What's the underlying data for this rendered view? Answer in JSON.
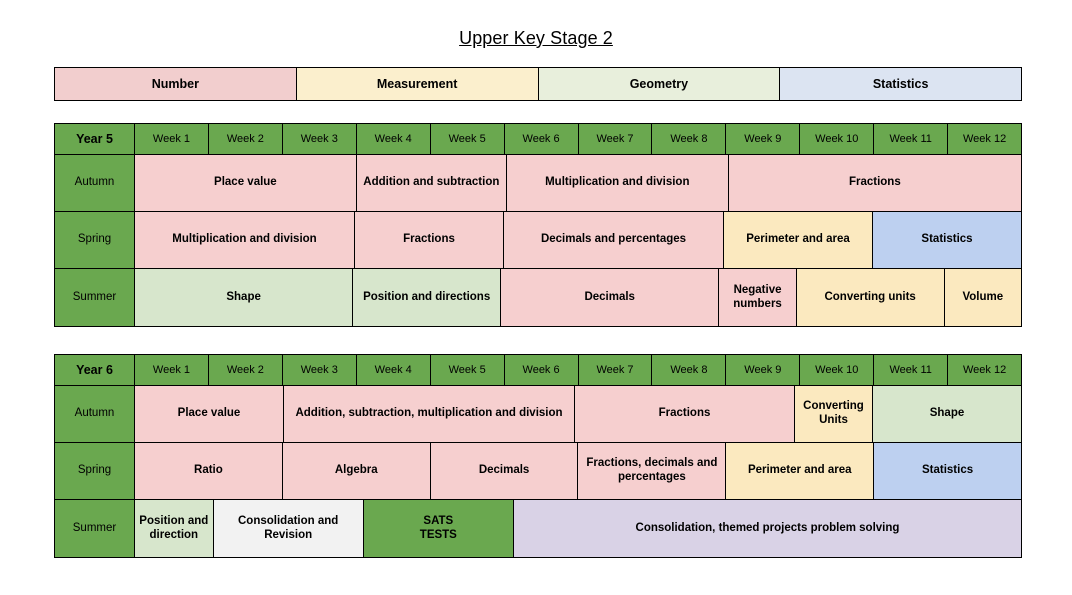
{
  "title": "Upper Key Stage 2",
  "legend": {
    "items": [
      {
        "label": "Number",
        "color": "#F2CECE"
      },
      {
        "label": "Measurement",
        "color": "#FBEFCD"
      },
      {
        "label": "Geometry",
        "color": "#E8EFDC"
      },
      {
        "label": "Statistics",
        "color": "#DCE4F2"
      }
    ]
  },
  "week_headers": [
    "Week 1",
    "Week 2",
    "Week 3",
    "Week 4",
    "Week 5",
    "Week 6",
    "Week 7",
    "Week 8",
    "Week 9",
    "Week 10",
    "Week 11",
    "Week 12"
  ],
  "colors": {
    "header_green": "#6AA84F",
    "number_pink": "#F6CFCF",
    "measurement_yellow": "#FBE9BF",
    "geometry_green": "#D7E6CC",
    "statistics_blue": "#BDD0F0",
    "revision_white": "#F2F2F2",
    "projects_lavender": "#D9D2E6",
    "border": "#000000"
  },
  "tables": [
    {
      "year_label": "Year 5",
      "rows": [
        {
          "term": "Autumn",
          "cells": [
            {
              "label": "Place value",
              "span": 3,
              "category": "number"
            },
            {
              "label": "Addition and subtraction",
              "span": 2,
              "category": "number"
            },
            {
              "label": "Multiplication and division",
              "span": 3,
              "category": "number"
            },
            {
              "label": "Fractions",
              "span": 4,
              "category": "number"
            }
          ]
        },
        {
          "term": "Spring",
          "cells": [
            {
              "label": "Multiplication and division",
              "span": 3,
              "category": "number"
            },
            {
              "label": "Fractions",
              "span": 2,
              "category": "number"
            },
            {
              "label": "Decimals and percentages",
              "span": 3,
              "category": "number"
            },
            {
              "label": "Perimeter and area",
              "span": 2,
              "category": "measurement"
            },
            {
              "label": "Statistics",
              "span": 2,
              "category": "statistics"
            }
          ]
        },
        {
          "term": "Summer",
          "cells": [
            {
              "label": "Shape",
              "span": 3,
              "category": "geometry"
            },
            {
              "label": "Position and directions",
              "span": 2,
              "category": "geometry"
            },
            {
              "label": "Decimals",
              "span": 3,
              "category": "number"
            },
            {
              "label": "Negative numbers",
              "span": 1,
              "category": "number"
            },
            {
              "label": "Converting units",
              "span": 2,
              "category": "measurement"
            },
            {
              "label": "Volume",
              "span": 1,
              "category": "measurement"
            }
          ]
        }
      ]
    },
    {
      "year_label": "Year 6",
      "rows": [
        {
          "term": "Autumn",
          "cells": [
            {
              "label": "Place value",
              "span": 2,
              "category": "number"
            },
            {
              "label": "Addition, subtraction, multiplication and division",
              "span": 4,
              "category": "number"
            },
            {
              "label": "Fractions",
              "span": 3,
              "category": "number"
            },
            {
              "label": "Converting Units",
              "span": 1,
              "category": "measurement"
            },
            {
              "label": "Shape",
              "span": 2,
              "category": "geometry"
            }
          ]
        },
        {
          "term": "Spring",
          "cells": [
            {
              "label": "Ratio",
              "span": 2,
              "category": "number"
            },
            {
              "label": "Algebra",
              "span": 2,
              "category": "number"
            },
            {
              "label": "Decimals",
              "span": 2,
              "category": "number"
            },
            {
              "label": "Fractions, decimals and percentages",
              "span": 2,
              "category": "number"
            },
            {
              "label": "Perimeter and area",
              "span": 2,
              "category": "measurement"
            },
            {
              "label": "Statistics",
              "span": 2,
              "category": "statistics"
            }
          ]
        },
        {
          "term": "Summer",
          "cells": [
            {
              "label": "Position and direction",
              "span": 1,
              "category": "geometry"
            },
            {
              "label": "Consolidation and Revision",
              "span": 2,
              "category": "revision"
            },
            {
              "label": "SATS\nTESTS",
              "span": 2,
              "category": "sats"
            },
            {
              "label": "Consolidation, themed projects problem solving",
              "span": 7,
              "category": "projects"
            }
          ]
        }
      ]
    }
  ]
}
